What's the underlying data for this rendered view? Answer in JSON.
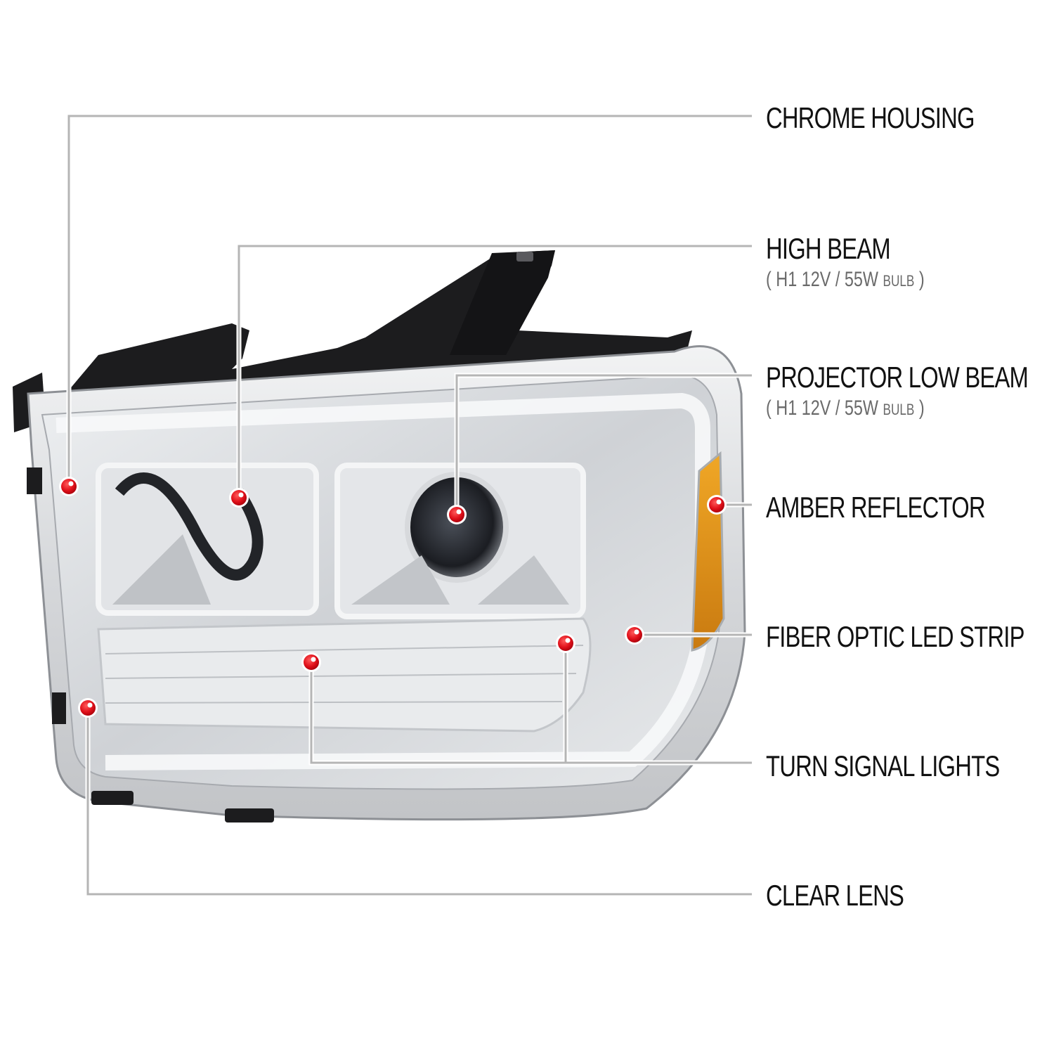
{
  "diagram": {
    "subject": "Headlight assembly",
    "colors": {
      "background": "#ffffff",
      "leader_line": "#b5b5b5",
      "marker": "#e0101a",
      "label_text": "#111111",
      "sub_text": "#6a6a6a",
      "amber": "#e59a1c",
      "chrome": "#d9dadc",
      "black_housing": "#1c1c1e"
    },
    "callouts": [
      {
        "id": "chrome-housing",
        "title": "CHROME HOUSING",
        "subtitle": null,
        "marker": [
          98,
          692
        ]
      },
      {
        "id": "high-beam",
        "title": "HIGH BEAM",
        "subtitle": {
          "open": "(",
          "spec": "H1  12V / 55W",
          "unit": "BULB",
          "close": ")"
        },
        "marker": [
          340,
          708
        ]
      },
      {
        "id": "projector-low-beam",
        "title": "PROJECTOR LOW BEAM",
        "subtitle": {
          "open": "(",
          "spec": "H1  12V / 55W",
          "unit": "BULB",
          "close": ")"
        },
        "marker": [
          650,
          732
        ]
      },
      {
        "id": "amber-reflector",
        "title": "AMBER REFLECTOR",
        "subtitle": null,
        "marker": [
          1020,
          718
        ]
      },
      {
        "id": "fiber-optic-led-strip",
        "title": "FIBER OPTIC LED STRIP",
        "subtitle": null,
        "marker": [
          903,
          903
        ]
      },
      {
        "id": "turn-signal-lights",
        "title": "TURN SIGNAL LIGHTS",
        "subtitle": null,
        "markers": [
          [
            443,
            942
          ],
          [
            805,
            915
          ]
        ]
      },
      {
        "id": "clear-lens",
        "title": "CLEAR LENS",
        "subtitle": null,
        "marker": [
          125,
          1007
        ]
      }
    ]
  }
}
